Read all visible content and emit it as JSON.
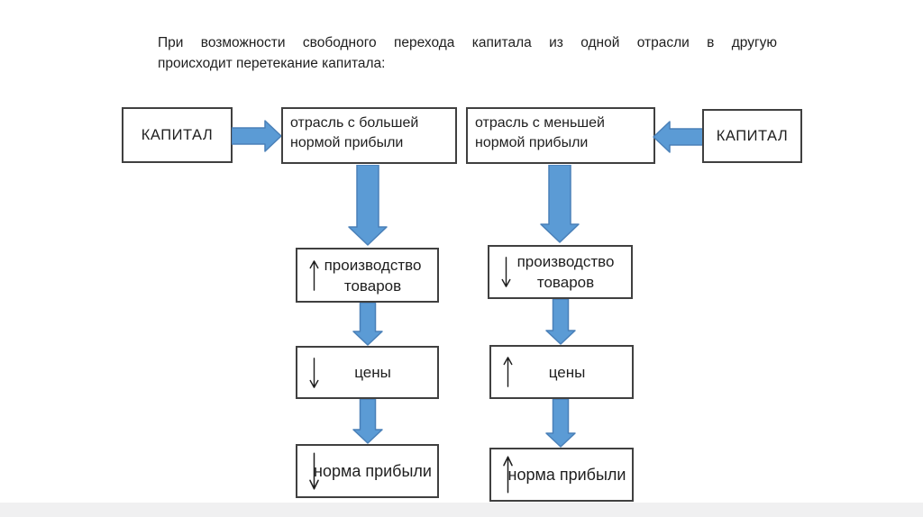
{
  "title": {
    "line1": "При возможности свободного перехода капитала из одной отрасли в другую",
    "line2": "происходит перетекание капитала:"
  },
  "colors": {
    "arrow_fill": "#5B9BD5",
    "arrow_stroke": "#4A80B8",
    "box_border": "#404040",
    "text": "#1F1F1F",
    "footer_band": "#F0F0F1"
  },
  "flows": {
    "left": {
      "capital_label": "КАПИТАЛ",
      "industry_label": "отрасль с большей нормой прибыли",
      "steps": [
        {
          "trend": "up",
          "label": "производство товаров"
        },
        {
          "trend": "down",
          "label": "цены"
        },
        {
          "trend": "down",
          "label": "норма прибыли"
        }
      ]
    },
    "right": {
      "capital_label": "КАПИТАЛ",
      "industry_label": "отрасль с меньшей нормой прибыли",
      "steps": [
        {
          "trend": "down",
          "label": "производство товаров"
        },
        {
          "trend": "up",
          "label": "цены"
        },
        {
          "trend": "up",
          "label": "норма прибыли"
        }
      ]
    }
  }
}
